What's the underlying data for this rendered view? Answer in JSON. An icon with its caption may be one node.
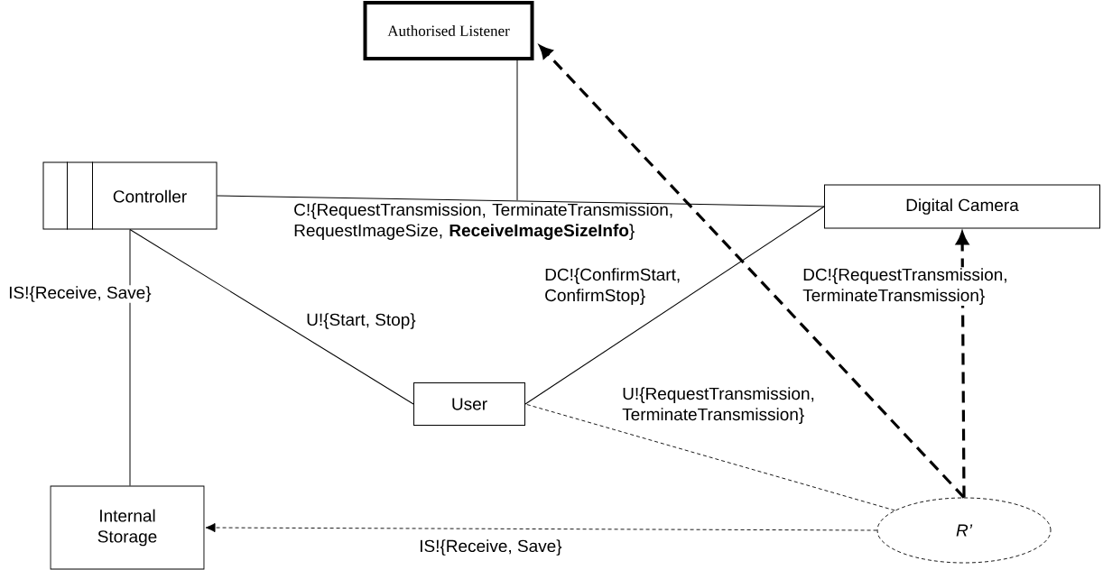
{
  "diagram": {
    "nodes": [
      {
        "text": [
          "Authorised Listener"
        ]
      },
      {
        "text": [
          "Controller"
        ]
      },
      {
        "text": [
          "Digital Camera"
        ]
      },
      {
        "text": [
          "User"
        ]
      },
      {
        "text": [
          "Internal Storage"
        ]
      },
      {
        "text": [
          "R’"
        ]
      }
    ],
    "edges": [
      {
        "from": 1,
        "to": 2,
        "arrow": "none",
        "label": "C!{RequestTransmission, TerminateTransmission, RequestImageSize, **ReceiveImageSizeInfo**}"
      },
      {
        "from": 0,
        "to": null,
        "arrow": "none"
      },
      {
        "from": 1,
        "to": 3,
        "arrow": "none",
        "label": "U!{Start, Stop}"
      },
      {
        "from": 1,
        "to": 4,
        "arrow": "none",
        "label": "IS!{Receive, Save}"
      },
      {
        "from": 3,
        "to": 2,
        "arrow": "none",
        "label": "DC!{ConfirmStart, ConfirmStop}"
      },
      {
        "from": 5,
        "to": 0,
        "arrow": "to",
        "style": "dashed"
      },
      {
        "from": 5,
        "to": 2,
        "arrow": "to",
        "style": "dashed",
        "label": "DC!{RequestTransmission, TerminateTransmission}"
      },
      {
        "from": 5,
        "to": 3,
        "arrow": "none",
        "style": "dashed",
        "label": "U!{RequestTransmission, TerminateTransmission}"
      },
      {
        "from": 5,
        "to": 4,
        "arrow": "to",
        "style": "dashed",
        "label": "IS!{Receive, Save}"
      }
    ]
  }
}
